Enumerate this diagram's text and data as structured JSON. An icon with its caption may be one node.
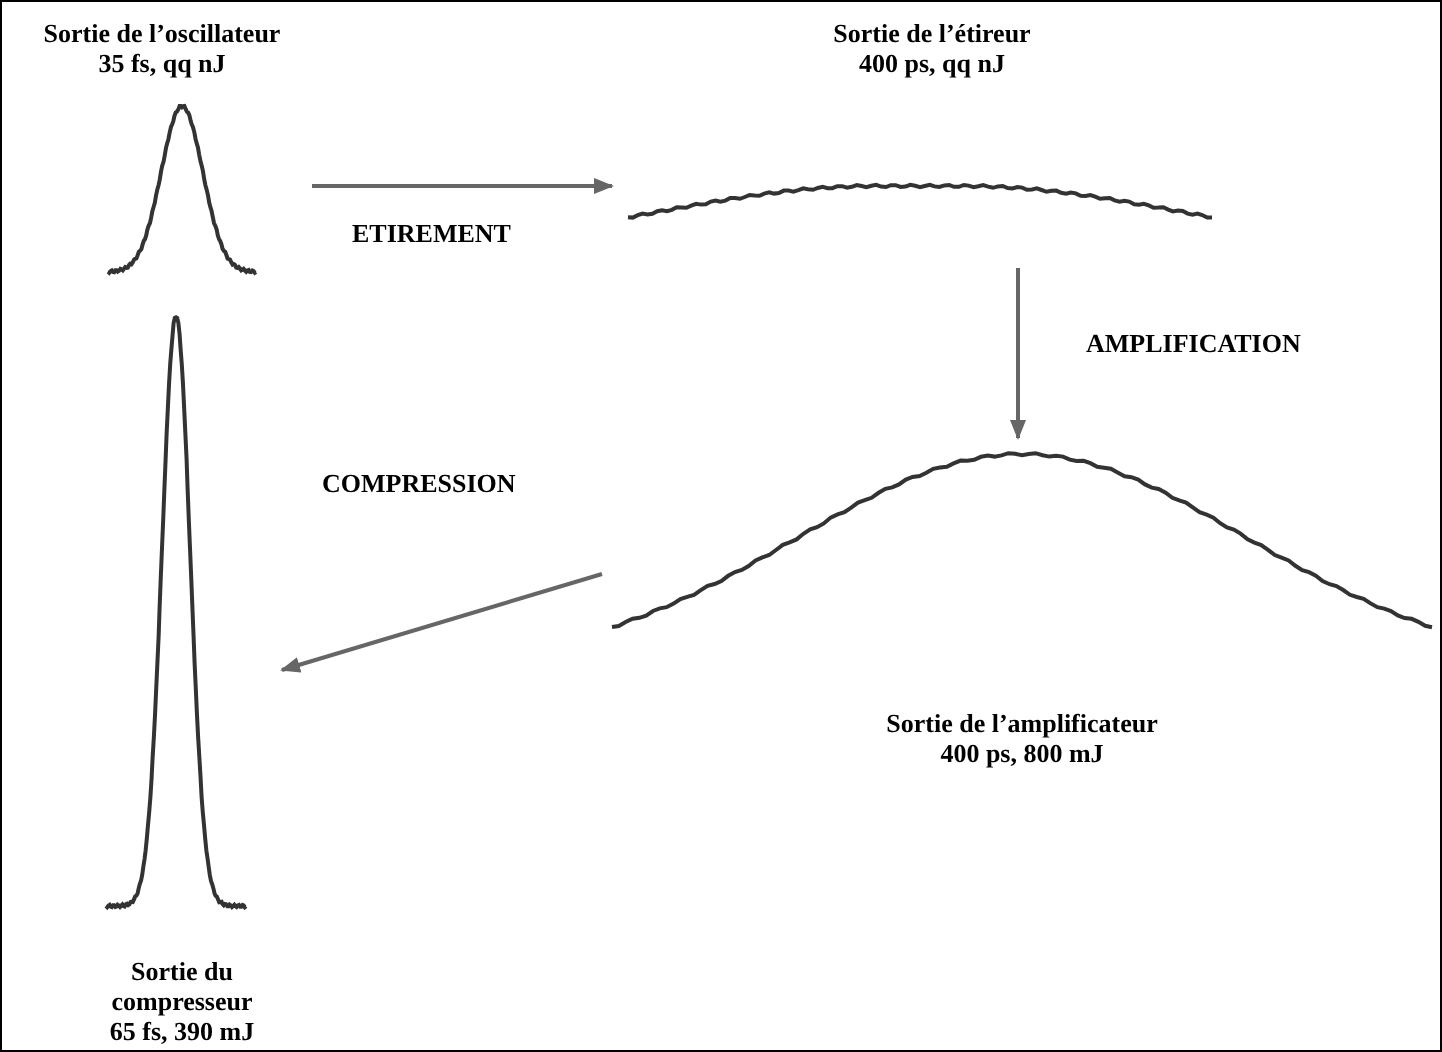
{
  "diagram": {
    "nodes": [
      {
        "text": [
          "Sortie de l’oscillateur",
          "35 fs, qq nJ"
        ]
      },
      {
        "text": [
          "Sortie de l’étireur",
          "400 ps, qq nJ"
        ]
      },
      {
        "text": [
          "Sortie de l’amplificateur",
          "400 ps, 800 mJ"
        ]
      },
      {
        "text": [
          "Sortie du compresseur",
          "65 fs, 390 mJ"
        ]
      }
    ],
    "edges": [
      {
        "from": 0,
        "to": 1,
        "arrow": "to",
        "label": "ETIREMENT"
      },
      {
        "from": 1,
        "to": 2,
        "arrow": "to",
        "label": "AMPLIFICATION"
      },
      {
        "from": 2,
        "to": 3,
        "arrow": "to",
        "label": "COMPRESSION"
      }
    ]
  }
}
